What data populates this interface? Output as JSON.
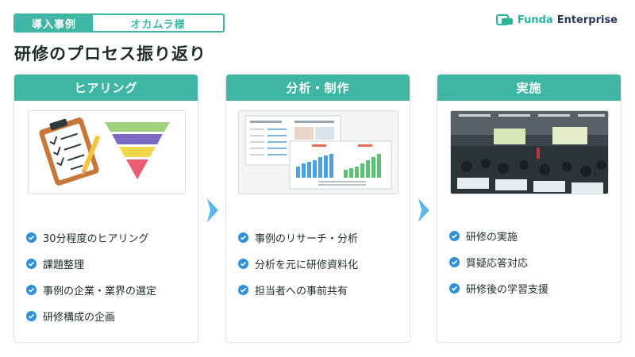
{
  "tag": {
    "left": "導入事例",
    "right": "オカムラ様"
  },
  "title": "研修のプロセス振り返り",
  "brand": {
    "part1": "Funda",
    "part2": "Enterprise"
  },
  "columns": [
    {
      "header": "ヒアリング",
      "items": [
        "30分程度のヒアリング",
        "課題整理",
        "事例の企業・業界の選定",
        "研修構成の企画"
      ]
    },
    {
      "header": "分析・制作",
      "items": [
        "事例のリサーチ・分析",
        "分析を元に研修資料化",
        "担当者への事前共有"
      ]
    },
    {
      "header": "実施",
      "items": [
        "研修の実施",
        "質疑応答対応",
        "研修後の学習支援"
      ]
    }
  ],
  "colors": {
    "accent": "#3fb5a3",
    "check": "#2f8fd8",
    "arrow": "#5db6e6"
  },
  "icons": [
    "clipboard-checklist-icon",
    "funnel-icon",
    "check-circle-icon",
    "chevron-right-icon"
  ]
}
